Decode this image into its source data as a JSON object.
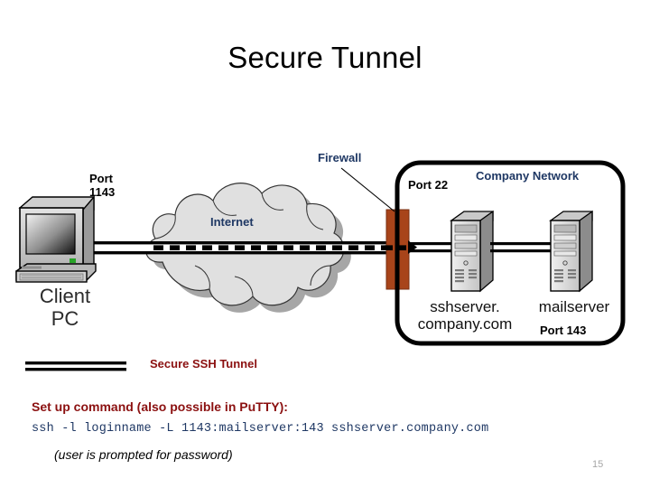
{
  "slide": {
    "title": "Secure Tunnel",
    "page_number": "15"
  },
  "diagram": {
    "labels": {
      "port_client": "Port\n1143",
      "port_client_line1": "Port",
      "port_client_line2": "1143",
      "internet": "Internet",
      "firewall": "Firewall",
      "port_ssh": "Port 22",
      "company_network": "Company Network",
      "port_mail": "Port 143",
      "client_pc_line1": "Client",
      "client_pc_line2": "PC",
      "sshserver_line1": "sshserver.",
      "sshserver_line2": "company.com",
      "mailserver": "mailserver"
    },
    "nodes": [
      {
        "name": "client-pc",
        "label": "Client PC",
        "port": "Port 1143"
      },
      {
        "name": "internet-cloud",
        "label": "Internet"
      },
      {
        "name": "firewall",
        "label": "Firewall"
      },
      {
        "name": "sshserver",
        "label": "sshserver.company.com",
        "port": "Port 22"
      },
      {
        "name": "mailserver",
        "label": "mailserver",
        "port": "Port 143"
      }
    ],
    "colors": {
      "cloud_fill": "#E0E0E0",
      "cloud_shadow": "#A6A6A6",
      "firewall": "#A8441A",
      "server_front": "#D9D9D9",
      "server_side": "#8C8C8C",
      "boundary": "#000000",
      "label_blue": "#1F3864",
      "accent_red": "#8B1010"
    }
  },
  "legend": {
    "tunnel_label": "Secure SSH Tunnel"
  },
  "footer": {
    "setup_heading": "Set up command (also possible in PuTTY):",
    "ssh_command": "ssh -l loginname -L 1143:mailserver:143 sshserver.company.com",
    "password_note": "(user is prompted for password)"
  }
}
